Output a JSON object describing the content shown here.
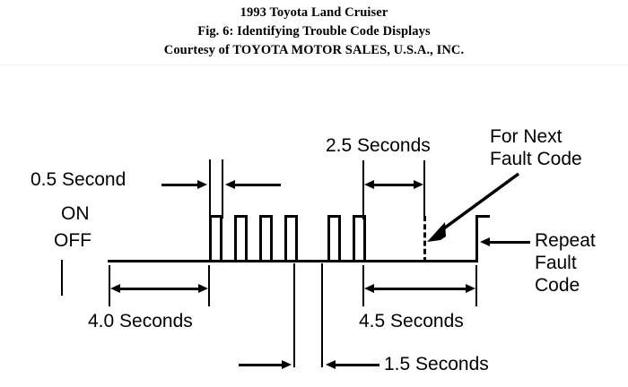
{
  "header": {
    "line1": "1993 Toyota Land Cruiser",
    "line2": "Fig. 6: Identifying Trouble Code Displays",
    "line3": "Courtesy of TOYOTA MOTOR SALES, U.S.A., INC."
  },
  "diagram": {
    "title": "Identifying Trouble Code Displays timing waveform",
    "axis_labels": {
      "on": "ON",
      "off": "OFF"
    },
    "annotations": {
      "pulse_width": "0.5 Second",
      "initial_delay": "4.0 Seconds",
      "inter_digit_gap": "1.5 Seconds",
      "code_gap": "2.5 Seconds",
      "cycle_gap": "4.5 Seconds",
      "next_fault_code_line1": "For Next",
      "next_fault_code_line2": "Fault Code",
      "repeat_line1": "Repeat",
      "repeat_line2": "Fault",
      "repeat_line3": "Code"
    },
    "colors": {
      "ink": "#000000",
      "background": "#ffffff",
      "rule": "#f0f0f2"
    },
    "waveform": {
      "baseline_label": "OFF level",
      "high_label": "ON level",
      "first_group_pulses": 4,
      "second_group_pulses": 2,
      "repeat_edge": "rising"
    }
  }
}
